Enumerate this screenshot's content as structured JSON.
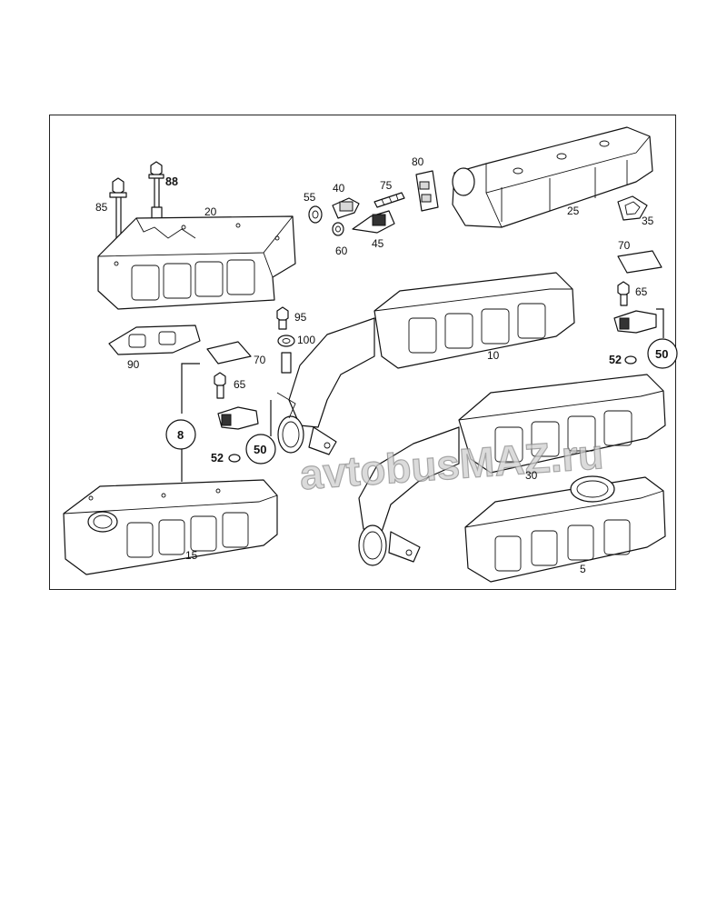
{
  "part_labels": [
    "85",
    "88",
    "20",
    "55",
    "40",
    "75",
    "80",
    "25",
    "35",
    "60",
    "45",
    "90",
    "95",
    "100",
    "70",
    "65",
    "8",
    "52",
    "50",
    "10",
    "70",
    "65",
    "52",
    "50",
    "30",
    "15",
    "5"
  ],
  "watermark": "avtobusMAZ.ru"
}
